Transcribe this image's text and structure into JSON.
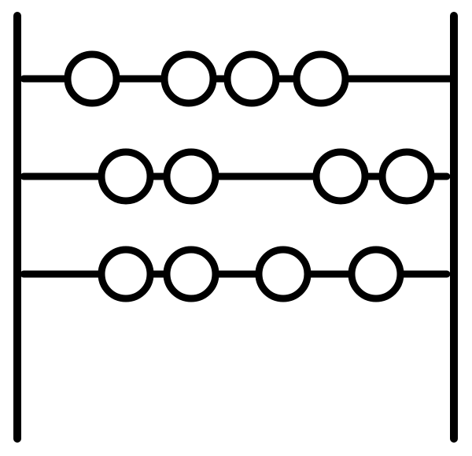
{
  "drawing": {
    "subject": "abacus",
    "stroke_color": "#000000",
    "bead_fill": "#ffffff",
    "rows": [
      {
        "beads": 4
      },
      {
        "beads": 4
      },
      {
        "beads": 4
      }
    ]
  }
}
